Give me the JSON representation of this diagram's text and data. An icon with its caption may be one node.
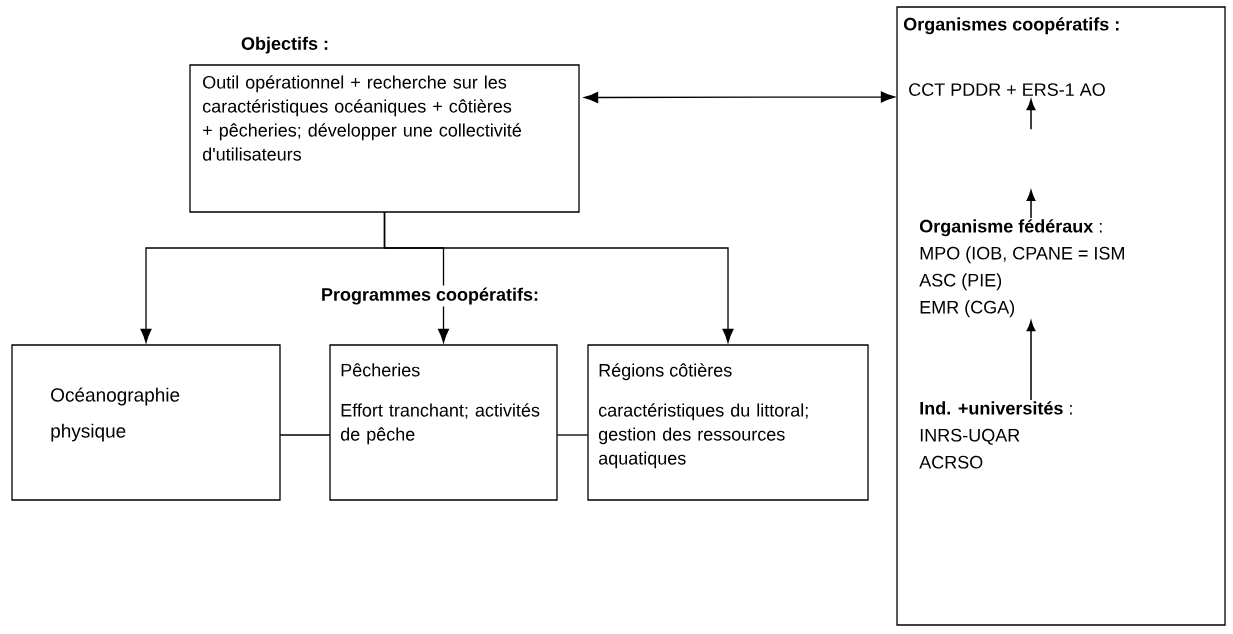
{
  "diagram": {
    "nodes": [
      {
        "text": [
          "Objectifs :",
          "Outil opérationnel + recherche sur les caractéristiques océaniques + côtières + pêcheries; développer une collectivité d'utilisateurs"
        ]
      },
      {
        "text": [
          "Océanographie physique"
        ]
      },
      {
        "text": [
          "Pêcheries",
          "Effort tranchant; activités de pêche"
        ]
      },
      {
        "text": [
          "Régions côtières",
          "caractéristiques du littoral; gestion des ressources aquatiques"
        ]
      },
      {
        "text": [
          "Organismes coopératifs :"
        ]
      },
      {
        "text": [
          "CCT PDDR + ERS-1 AO"
        ],
        "in": 4
      },
      {
        "text": [
          "**Organisme fédéraux** :",
          "MPO (IOB, CPANE = ISM",
          "ASC (PIE)",
          "EMR (CGA)"
        ],
        "in": 4
      },
      {
        "text": [
          "**Ind. +universités** :",
          "INRS-UQAR",
          "ACRSO"
        ],
        "in": 4
      }
    ],
    "edges": [
      {
        "from": 0,
        "to": 1,
        "arrow": "to"
      },
      {
        "from": 0,
        "to": 2,
        "arrow": "to"
      },
      {
        "from": 0,
        "to": 3,
        "arrow": "to"
      },
      {
        "from": 1,
        "to": 2,
        "arrow": "none"
      },
      {
        "from": 2,
        "to": 3,
        "arrow": "none"
      },
      {
        "from": 0,
        "to": 4,
        "arrow": "both"
      },
      {
        "from": null,
        "to": 5,
        "arrow": "to"
      },
      {
        "from": 6,
        "to": null,
        "arrow": "to"
      },
      {
        "from": 7,
        "to": 6,
        "arrow": "to"
      }
    ],
    "labels": [
      "Programmes coopératifs:"
    ]
  }
}
